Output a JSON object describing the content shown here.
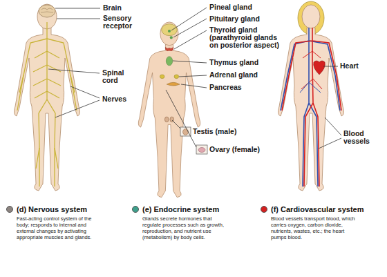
{
  "diagram": {
    "labels": [
      "Brain",
      "Sensory receptor",
      "Spinal cord",
      "Nerves",
      "Pineal gland",
      "Pituitary gland",
      "Thyroid gland (parathyroid glands on posterior aspect)",
      "Thymus gland",
      "Adrenal gland",
      "Pancreas",
      "Testis (male)",
      "Ovary (female)",
      "Heart",
      "Blood vessels",
      "Fast-acting control system of the body; responds to internal and external changes by activating appropriate muscles and glands.",
      "Glands secrete hormones that regulate processes such as growth, reproduction, and nutrient use (metabolism) by body cells.",
      "Blood vessels transport blood, which carries oxygen, carbon dioxide, nutrients, wastes, etc.; the heart pumps blood."
    ],
    "legend": [
      {
        "text": "(d) Nervous system",
        "color": "#8c8480"
      },
      {
        "text": "(e) Endocrine system",
        "color": "#3fa08c"
      },
      {
        "text": "(f) Cardiovascular system",
        "color": "#d42020"
      }
    ]
  }
}
